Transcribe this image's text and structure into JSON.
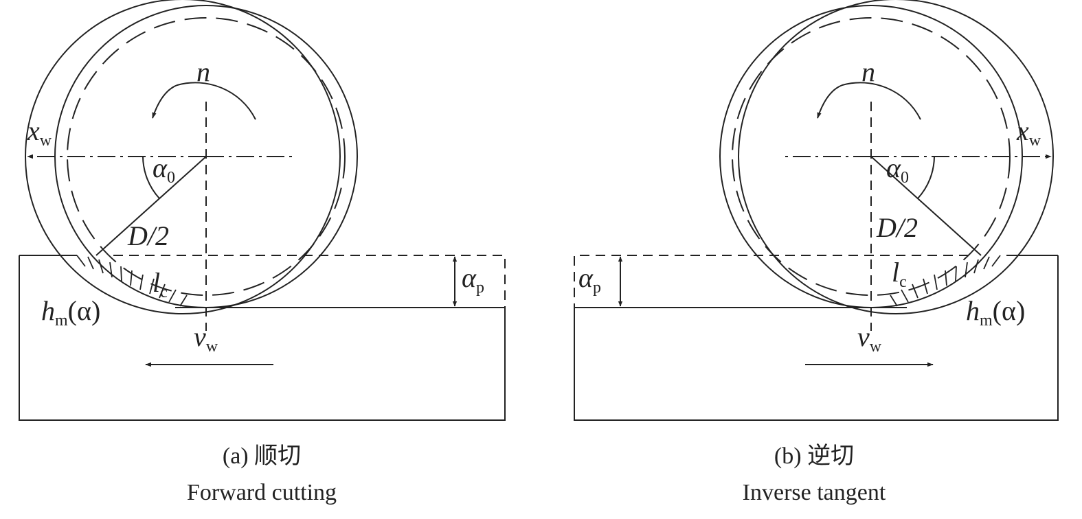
{
  "panels": [
    {
      "id": "a",
      "labels": {
        "n": "n",
        "x_main": "x",
        "x_sub": "w",
        "alpha0_main": "α",
        "alpha0_sub": "0",
        "d_half": "D/2",
        "lc_main": "l",
        "lc_sub": "c",
        "ap_main": "α",
        "ap_sub": "p",
        "hm_main": "h",
        "hm_sub": "m",
        "hm_arg": "(α)",
        "vw_main": "v",
        "vw_sub": "w"
      },
      "caption_line1": "(a) 顺切",
      "caption_line2": "Forward cutting"
    },
    {
      "id": "b",
      "labels": {
        "n": "n",
        "x_main": "x",
        "x_sub": "w",
        "alpha0_main": "α",
        "alpha0_sub": "0",
        "d_half": "D/2",
        "lc_main": "l",
        "lc_sub": "c",
        "ap_main": "α",
        "ap_sub": "p",
        "hm_main": "h",
        "hm_sub": "m",
        "hm_arg": "(α)",
        "vw_main": "v",
        "vw_sub": "w"
      },
      "caption_line1": "(b) 逆切",
      "caption_line2": "Inverse tangent"
    }
  ],
  "colors": {
    "stroke": "#222222",
    "background": "#ffffff"
  }
}
